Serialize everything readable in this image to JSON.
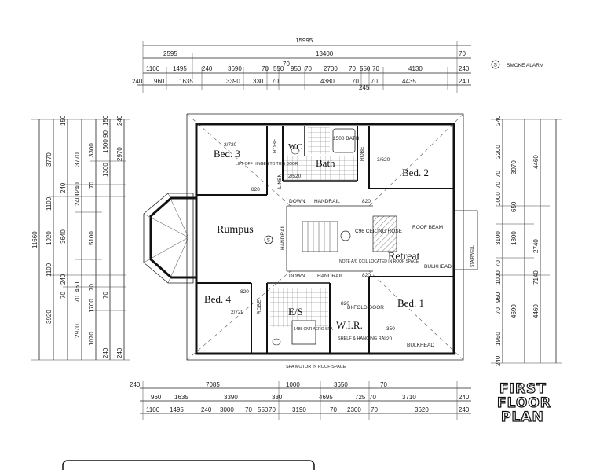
{
  "legend": {
    "symbol": "S",
    "label": "SMOKE ALARM"
  },
  "title": [
    "FIRST",
    "FLOOR",
    "PLAN"
  ],
  "rooms": {
    "bed3": "Bed. 3",
    "bed2": "Bed. 2",
    "bed4": "Bed. 4",
    "bed1": "Bed. 1",
    "rumpus": "Rumpus",
    "retreat": "Retreat",
    "bath": "Bath",
    "wc": "WC",
    "es": "E/S",
    "wir": "W.I.R."
  },
  "notes": {
    "robe": "ROBE",
    "linen": "LINEN",
    "bath1500": "1500 BATH",
    "door_2720_a": "2/720",
    "door_2720_b": "2/720",
    "door_3620": "3/620",
    "door_2520": "2/520",
    "d820": "820",
    "lift_off": "LIFT-OFF HINGES TO THIS DOOR",
    "handrail": "HANDRAIL",
    "down": "DOWN",
    "c96": "C96 CEILING ROSE",
    "roof_beam": "ROOF BEAM",
    "bulkhead": "BULKHEAD",
    "ac_note": "NOTE A/C COIL LOCATED IN ROOF SPACE",
    "spa": "1485 CNR AERO SPA",
    "bifold": "BI-FOLD DOOR",
    "shelf": "SHELF & HANGING RAIL",
    "spa_motor": "SPA MOTOR IN ROOF SPACE",
    "stairwell": "STAIRWELL",
    "d350": "350",
    "d20": "20"
  },
  "dimensions": {
    "top_row1": [
      "15995"
    ],
    "top_row2": [
      "2595",
      "13400"
    ],
    "top_row3": [
      "1100",
      "1495",
      "240",
      "3690",
      "70",
      "70",
      "550",
      "950",
      "70",
      "2700",
      "70",
      "550",
      "70",
      "4130"
    ],
    "top_row4": [
      "240",
      "960",
      "1635",
      "3390",
      "330",
      "70",
      "4380",
      "70",
      "245",
      "70",
      "4435",
      "240"
    ],
    "top_row3_end": "240",
    "top_row2_end": "70",
    "bottom_row1": [
      "240",
      "7085",
      "1000",
      "3650",
      "70"
    ],
    "bottom_row2": [
      "960",
      "1635",
      "3390",
      "330",
      "4695",
      "725",
      "70",
      "3710"
    ],
    "bottom_row2_end": "240",
    "bottom_row3": [
      "1100",
      "1495",
      "240",
      "3000",
      "70",
      "550",
      "70",
      "3190",
      "70",
      "2300",
      "70",
      "3620"
    ],
    "bottom_row3_end": "240",
    "left_outer": "11660",
    "left_col2": [
      "3770",
      "1100",
      "1920",
      "1100",
      "3920"
    ],
    "left_col3": [
      "150",
      "240",
      "3640",
      "240",
      "70"
    ],
    "left_col4": [
      "3770",
      "1240",
      "2400",
      "460",
      "70",
      "2970"
    ],
    "left_col5": [
      "3300",
      "70",
      "5100",
      "70",
      "1700",
      "1070"
    ],
    "left_col6": [
      "150",
      "90",
      "1600",
      "1300",
      "70",
      "240"
    ],
    "left_col7": [
      "240",
      "2970",
      "240"
    ],
    "right_col1": [
      "240",
      "2200",
      "70",
      "70",
      "1000",
      "3100",
      "70",
      "1000",
      "70",
      "950",
      "1950",
      "240"
    ],
    "right_col2": [
      "3970",
      "650",
      "1800",
      "4690"
    ],
    "right_col3": [
      "4460",
      "2740",
      "7140",
      "4460"
    ]
  }
}
